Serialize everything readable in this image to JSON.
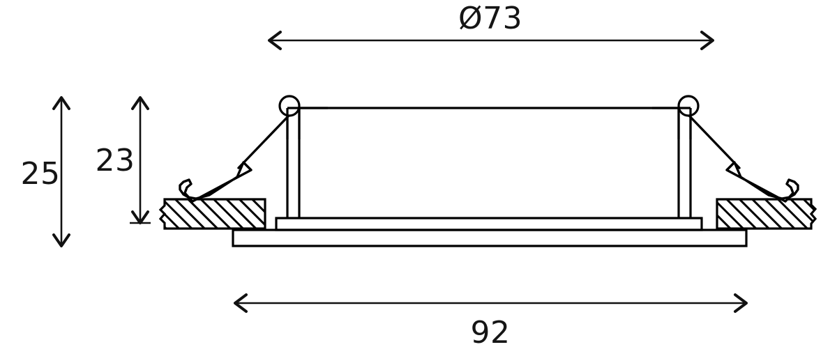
{
  "drawing": {
    "title": "Recessed downlight cross-section dimensional drawing",
    "units": "mm",
    "background_color": "#ffffff",
    "line_color": "#000000",
    "text_color": "#151515"
  },
  "dimensions": {
    "top": {
      "name": "outer-diameter",
      "label": "Ø73",
      "symbol": "Ø",
      "value": "73",
      "orientation": "horizontal",
      "arrow_style": "double-open-chevron"
    },
    "left_outer": {
      "name": "overall-height",
      "label": "25",
      "value": "25",
      "orientation": "vertical",
      "arrow_style": "double-open-chevron"
    },
    "left_inner": {
      "name": "recess-depth",
      "label": "23",
      "value": "23",
      "orientation": "vertical",
      "arrow_style": "double-open-chevron"
    },
    "bottom": {
      "name": "bezel-diameter",
      "label": "92",
      "value": "92",
      "orientation": "horizontal",
      "arrow_style": "double-open-chevron"
    }
  },
  "components": {
    "housing": "lamp-housing-body",
    "bezel": "outer-bezel-flange",
    "inner_flange": "inner-flange-step",
    "left_spring": "left-mounting-spring-clip",
    "right_spring": "right-mounting-spring-clip",
    "left_pivot": "left-spring-pivot",
    "right_pivot": "right-spring-pivot",
    "left_ceiling": "left-ceiling-section-hatched",
    "right_ceiling": "right-ceiling-section-hatched"
  }
}
